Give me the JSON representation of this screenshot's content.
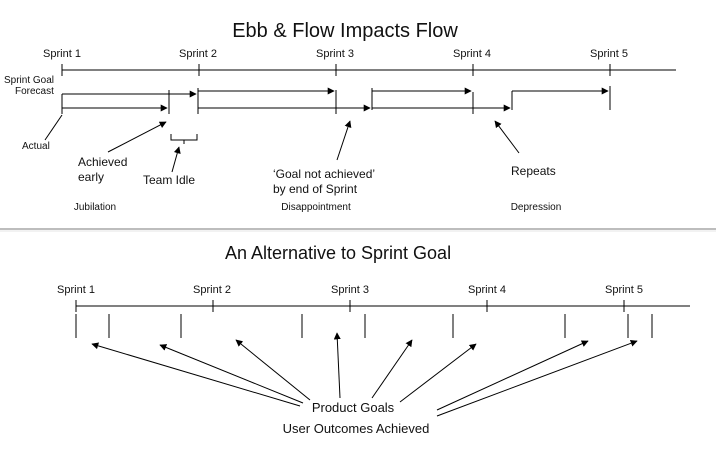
{
  "top_panel": {
    "title": "Ebb & Flow Impacts Flow",
    "sprint_labels": [
      "Sprint 1",
      "Sprint 2",
      "Sprint 3",
      "Sprint 4",
      "Sprint 5"
    ],
    "row_label_line1": "Sprint Goal",
    "row_label_line2": "Forecast",
    "actual_label": "Actual",
    "achieved_early_line1": "Achieved",
    "achieved_early_line2": "early",
    "team_idle_label": "Team Idle",
    "goal_not_achieved_line1": "‘Goal not achieved’",
    "goal_not_achieved_line2": "by end of Sprint",
    "repeats_label": "Repeats",
    "moods": [
      "Jubilation",
      "Disappointment",
      "Depression"
    ]
  },
  "bottom_panel": {
    "title": "An Alternative to Sprint Goal",
    "sprint_labels": [
      "Sprint 1",
      "Sprint 2",
      "Sprint 3",
      "Sprint 4",
      "Sprint 5"
    ],
    "product_goals_label": "Product Goals",
    "user_outcomes_label": "User Outcomes Achieved"
  },
  "colors": {
    "ink": "#000000",
    "divider": "#bdbdbd",
    "background": "#ffffff"
  }
}
